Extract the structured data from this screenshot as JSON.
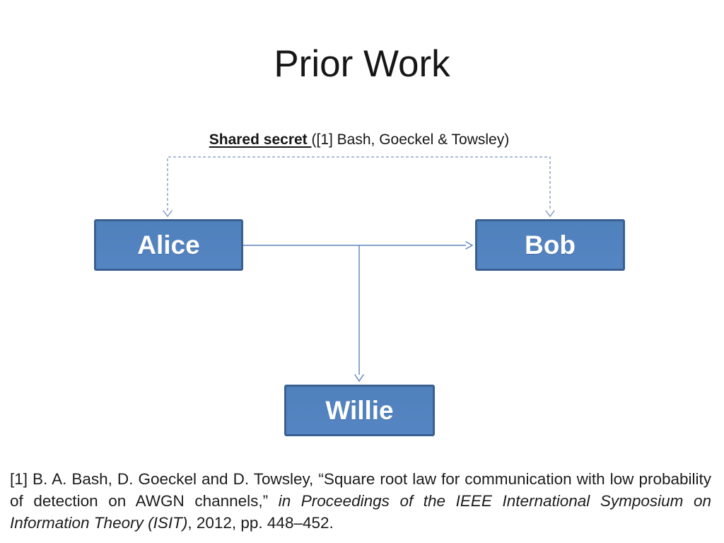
{
  "slide": {
    "title": "Prior Work"
  },
  "colors": {
    "node_fill": "#4f81bd",
    "node_fill_2": "#5585c2",
    "node_border": "#3a6091",
    "node_text": "#ffffff",
    "line": "#5b84b8",
    "dashed_line": "#7e95c1",
    "text": "#1a1a1a"
  },
  "diagram": {
    "secret_label": {
      "bold_underlined": "Shared secret ",
      "rest": "([1] Bash, Goeckel & Towsley)"
    },
    "nodes": [
      {
        "id": "alice",
        "label": "Alice"
      },
      {
        "id": "bob",
        "label": "Bob"
      },
      {
        "id": "willie",
        "label": "Willie"
      }
    ],
    "edges": [
      {
        "from": "shared-secret-label",
        "to": "alice",
        "style": "dashed",
        "arrow": "open"
      },
      {
        "from": "shared-secret-label",
        "to": "bob",
        "style": "dashed",
        "arrow": "open"
      },
      {
        "from": "alice",
        "to": "bob",
        "style": "solid",
        "arrow": "open"
      },
      {
        "from": "alice-bob-channel-midpoint",
        "to": "willie",
        "style": "solid",
        "arrow": "open"
      }
    ]
  },
  "citation": {
    "part1": "[1] B. A. Bash, D. Goeckel and D. Towsley, “Square root law for communication with low probability of detection on AWGN channels,” ",
    "italic": "in Proceedings of the IEEE International Symposium on Information Theory (ISIT)",
    "part2": ", 2012, pp. 448–452."
  }
}
